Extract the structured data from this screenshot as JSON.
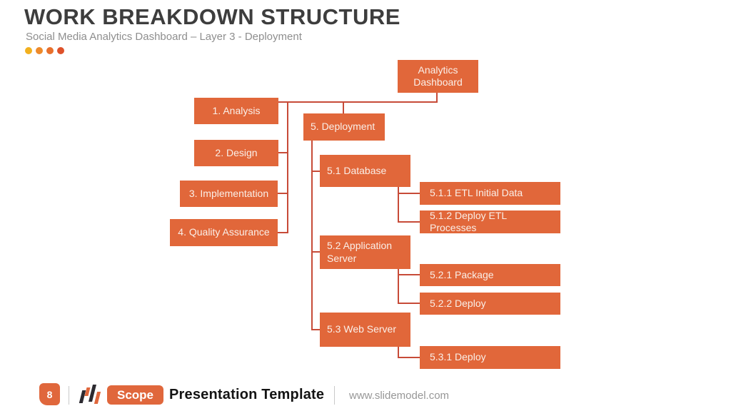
{
  "header": {
    "title": "WORK BREAKDOWN STRUCTURE",
    "subtitle": "Social Media Analytics Dashboard – Layer 3 - Deployment",
    "accent_dots": [
      "#f2b01e",
      "#ee8a2a",
      "#e8702c",
      "#de512a"
    ]
  },
  "diagram": {
    "colors": {
      "node_fill": "#e1673a",
      "connector": "#c74b38",
      "accent": "#e0673c"
    },
    "root": {
      "label": "Analytics Dashboard"
    },
    "phases": [
      {
        "label": "1. Analysis"
      },
      {
        "label": "2. Design"
      },
      {
        "label": "3. Implementation"
      },
      {
        "label": "4. Quality Assurance"
      }
    ],
    "deployment": {
      "label": "5. Deployment",
      "children": [
        {
          "label": "5.1 Database",
          "tasks": [
            "5.1.1 ETL Initial Data",
            "5.1.2 Deploy ETL Processes"
          ]
        },
        {
          "label": "5.2 Application Server",
          "tasks": [
            "5.2.1 Package",
            "5.2.2 Deploy"
          ]
        },
        {
          "label": "5.3 Web Server",
          "tasks": [
            "5.3.1 Deploy"
          ]
        }
      ]
    }
  },
  "footer": {
    "page_number": "8",
    "brand_badge": "Scope",
    "brand_title": "Presentation Template",
    "website": "www.slidemodel.com"
  }
}
